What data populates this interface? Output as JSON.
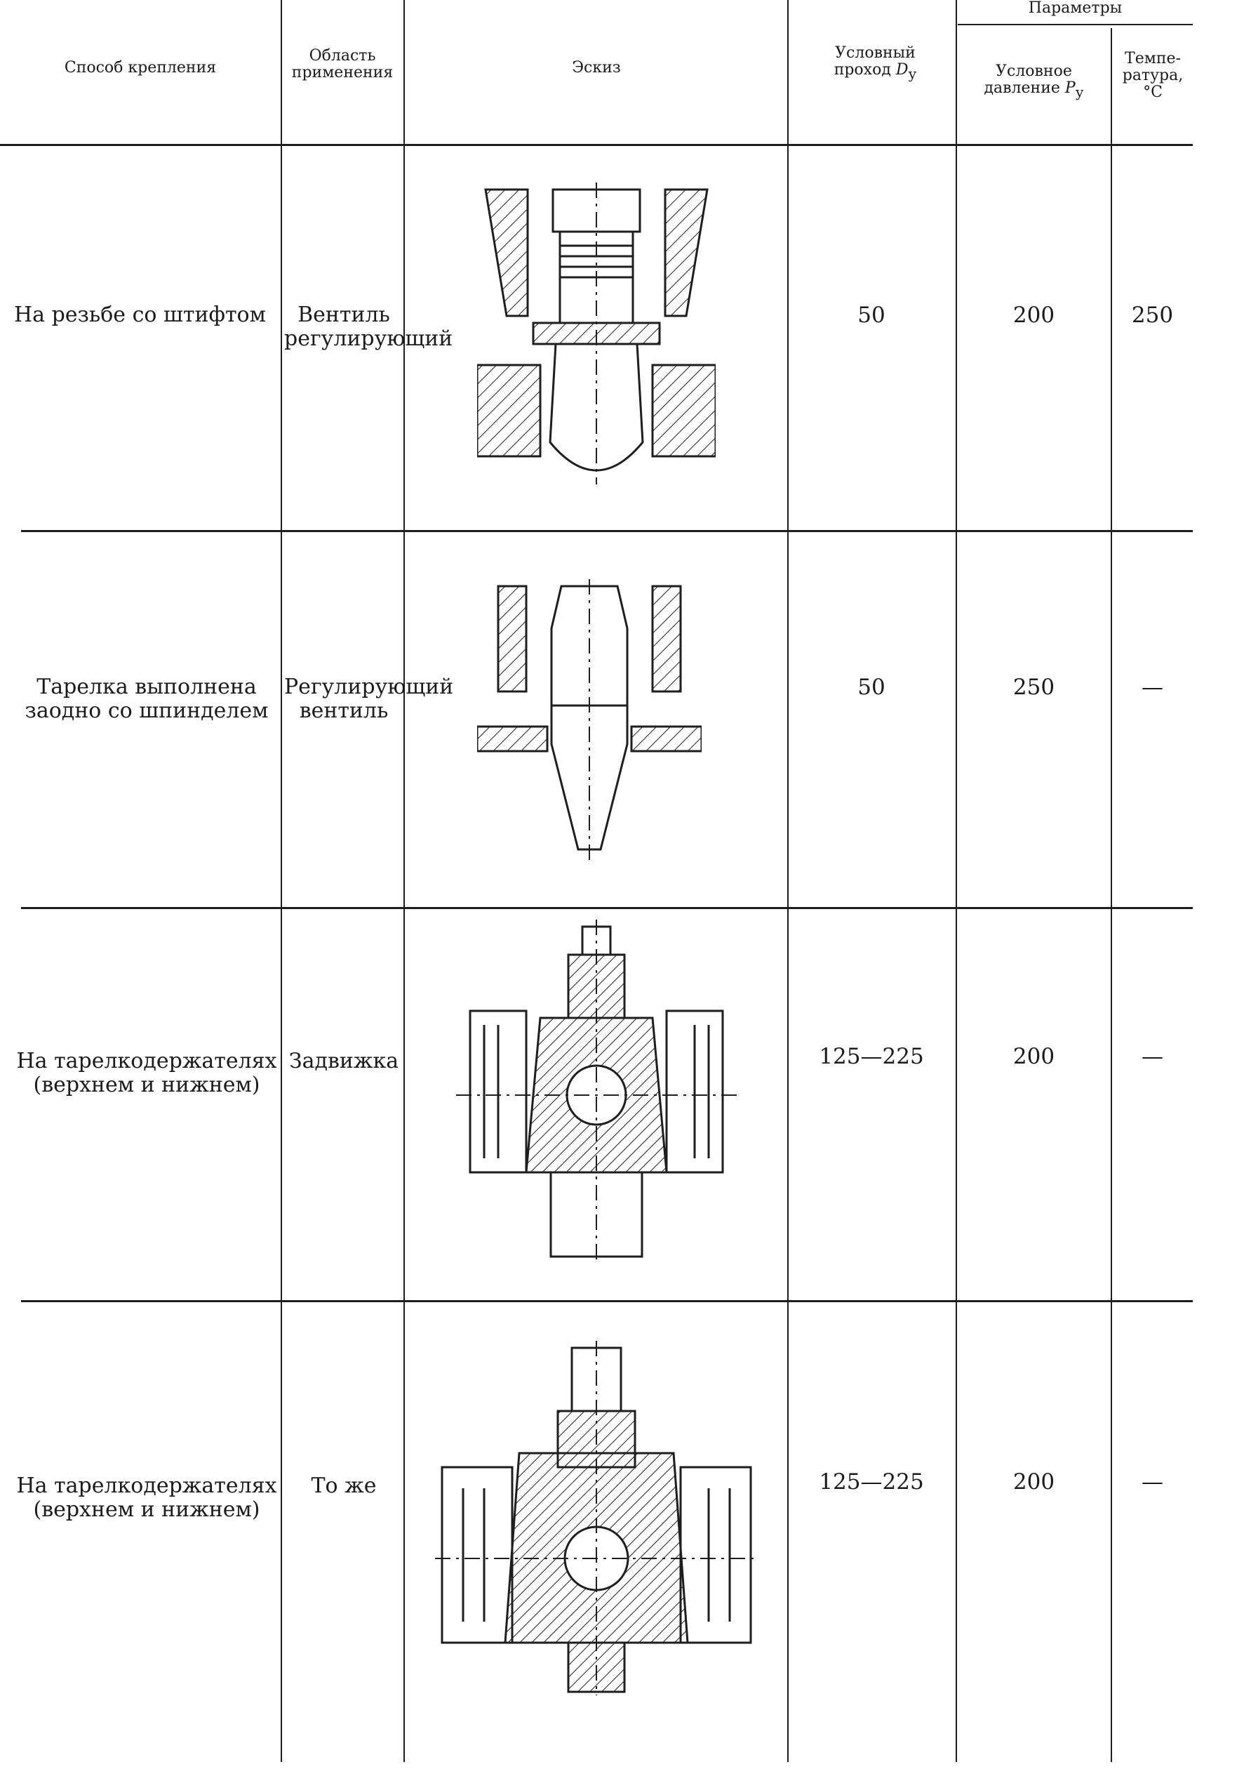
{
  "header": {
    "col_method": "Способ крепления",
    "col_area": "Область применения",
    "col_sketch": "Эскиз",
    "col_bore": "Условный проход",
    "col_bore_symbol": "D",
    "col_bore_sub": "у",
    "params_group": "Параметры",
    "col_pressure": "Условное давление",
    "col_pressure_symbol": "P",
    "col_pressure_sub": "у",
    "col_temp": "Темпе-ратура, °С"
  },
  "rows": [
    {
      "method": "На резьбе со штифтом",
      "area": "Вентиль регулирующий",
      "sketch_icon": "threaded-pin-valve-disc-sketch",
      "bore": "50",
      "pressure": "200",
      "temp": "250"
    },
    {
      "method": "Тарелка выполнена заодно со шпинделем",
      "area": "Регулирующий вентиль",
      "sketch_icon": "integral-spindle-disc-sketch",
      "bore": "50",
      "pressure": "250",
      "temp": "—"
    },
    {
      "method": "На тарелкодержателях (верхнем и нижнем)",
      "area": "Задвижка",
      "sketch_icon": "gate-valve-disc-holders-sketch",
      "bore": "125—225",
      "pressure": "200",
      "temp": "—"
    },
    {
      "method": "На тарелкодержателях (верхнем и нижнем)",
      "area": "То же",
      "sketch_icon": "gate-valve-disc-holders-variant-sketch",
      "bore": "125—225",
      "pressure": "200",
      "temp": "—"
    }
  ]
}
